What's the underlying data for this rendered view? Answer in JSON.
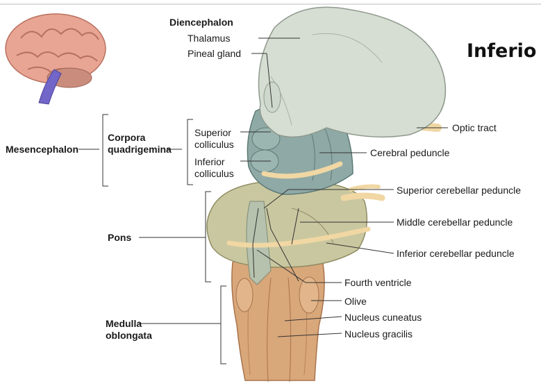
{
  "title_fragment": "Inferio",
  "labels": {
    "diencephalon": "Diencephalon",
    "thalamus": "Thalamus",
    "pineal_gland": "Pineal gland",
    "optic_tract": "Optic tract",
    "mesencephalon": "Mesencephalon",
    "corpora": "Corpora",
    "quadrigemina": "quadrigemina",
    "superior": "Superior",
    "colliculus_sup": "colliculus",
    "inferior": "Inferior",
    "colliculus_inf": "colliculus",
    "cerebral_peduncle": "Cerebral peduncle",
    "superior_cerebellar_peduncle": "Superior cerebellar peduncle",
    "middle_cerebellar_peduncle": "Middle cerebellar peduncle",
    "inferior_cerebellar_peduncle": "Inferior cerebellar peduncle",
    "pons": "Pons",
    "fourth_ventricle": "Fourth ventricle",
    "olive": "Olive",
    "nucleus_cuneatus": "Nucleus cuneatus",
    "nucleus_gracilis": "Nucleus gracilis",
    "medulla": "Medulla",
    "oblongata": "oblongata"
  },
  "colors": {
    "thalamus": "#d6ddd3",
    "midbrain": "#8fa9a6",
    "pons": "#c9c7a0",
    "medulla": "#d8a77a",
    "tract": "#f0d7a3",
    "line": "#333333",
    "cerebrum": "#e8a594"
  }
}
